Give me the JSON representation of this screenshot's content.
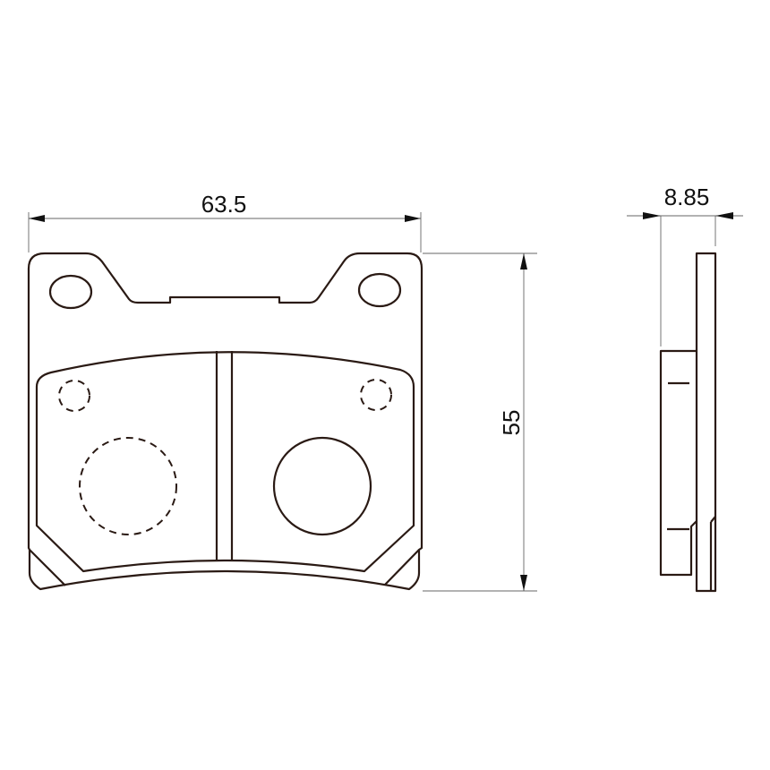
{
  "dimensions": {
    "width_label": "63.5",
    "height_label": "55",
    "thickness_label": "8.85"
  },
  "colors": {
    "outline": "#2a1a14",
    "dimension_line": "#666666"
  }
}
